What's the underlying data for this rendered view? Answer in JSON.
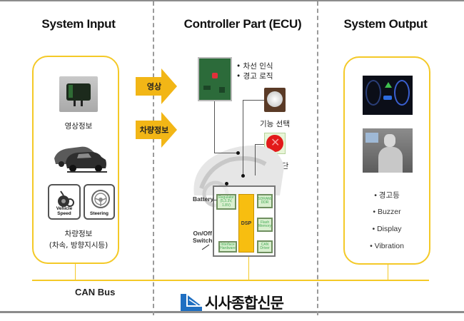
{
  "columns": {
    "input": {
      "title": "System Input"
    },
    "controller": {
      "title": "Controller Part (ECU)"
    },
    "output": {
      "title": "System Output"
    }
  },
  "input_panel": {
    "camera_label": "영상정보",
    "sensor_cards": [
      {
        "label": "Vehicle Speed",
        "icon": "speedometer-wheel-icon"
      },
      {
        "label": "Steering",
        "icon": "steering-wheel-icon"
      }
    ],
    "vehicle_info_label": "차량정보",
    "vehicle_info_detail": "(차속, 방향지시등)"
  },
  "arrows": [
    {
      "label": "영상"
    },
    {
      "label": "차량정보"
    }
  ],
  "controller": {
    "board_features": [
      "• 차선 인식",
      "• 경고 로직"
    ],
    "function_select_label": "기능 선택",
    "fault_diag_label": "고장진단",
    "battery_label": "Battery",
    "switch_label": "On/Off\nSwitch",
    "blocks": {
      "regulator": "Regulator\n(5,3.3V,\n1.8V)",
      "interface": "Interface\nHardware",
      "dsp": "DSP",
      "sdram": "SDRAM/\nDDR",
      "flash": "Flash\nMemory",
      "can_driver": "CAN\nDriver"
    }
  },
  "output_panel": {
    "items": [
      "• 경고등",
      "• Buzzer",
      "• Display",
      "• Vibration"
    ]
  },
  "bus": {
    "label": "CAN Bus"
  },
  "watermark": {
    "text": "시사종합신문"
  },
  "colors": {
    "accent_yellow": "#f4c927",
    "arrow_yellow": "#f2b616",
    "dsp_orange": "#f7be10",
    "block_green": "#d9efcf",
    "divider_gray": "#8c8c8c",
    "logo_blue": "#1f6fc2"
  }
}
